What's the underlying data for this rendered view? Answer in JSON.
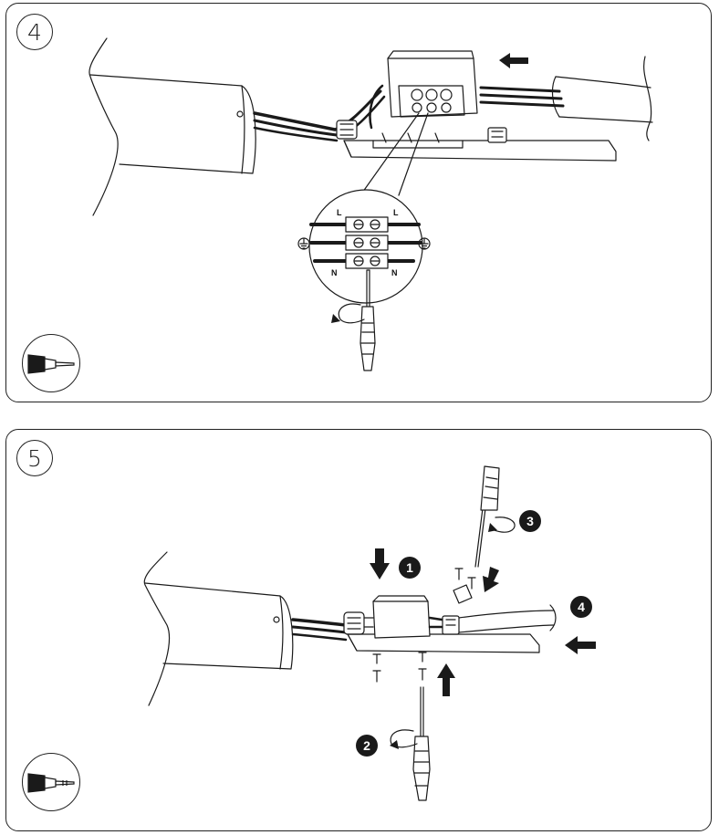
{
  "panels": [
    {
      "step": "4",
      "wire_labels": {
        "live_left": "L",
        "live_right": "L",
        "neutral_left": "N",
        "neutral_right": "N"
      },
      "icons": [
        "arrow-left-icon",
        "earth-ground-icon",
        "rotate-arrow-icon",
        "screwdriver-icon"
      ]
    },
    {
      "step": "5",
      "callouts": [
        "1",
        "2",
        "3",
        "4"
      ],
      "icons": [
        "arrow-down-icon",
        "arrow-up-icon",
        "arrow-left-icon",
        "rotate-arrow-icon",
        "screwdriver-icon"
      ]
    }
  ],
  "colors": {
    "line": "#1a1a1a",
    "background": "#ffffff"
  }
}
